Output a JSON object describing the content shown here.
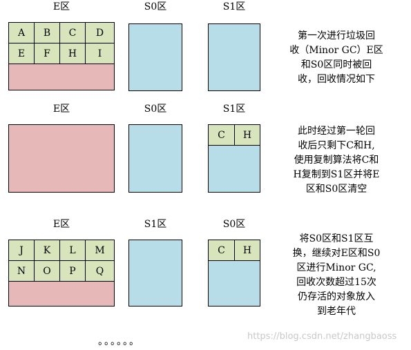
{
  "rows": [
    {
      "labels": [
        "E区",
        "S0区",
        "S1区"
      ],
      "e_cells": [
        "A",
        "B",
        "C",
        "D",
        "E",
        "F",
        "H",
        "I"
      ],
      "s1_cells": [],
      "note": [
        "第一次进行垃圾回",
        "收（Minor GC）E区",
        "和S0区同时被回",
        "收，回收情况如下"
      ]
    },
    {
      "labels": [
        "E区",
        "S0区",
        "S1区"
      ],
      "e_cells": [],
      "s1_cells": [
        "C",
        "H"
      ],
      "note": [
        "此时经过第一轮回",
        "收后只剩下C和H,",
        "使用复制算法将C和",
        "H复制到S1区并将E",
        "区和S0区清空"
      ]
    },
    {
      "labels": [
        "E区",
        "S1区",
        "S0区"
      ],
      "e_cells": [
        "J",
        "K",
        "L",
        "M",
        "N",
        "O",
        "P",
        "Q"
      ],
      "s1_cells": [
        "C",
        "H"
      ],
      "note": [
        "将S0区和S1区互",
        "换，继续对E区和S0",
        "区进行Minor GC,",
        "回收次数超过15次",
        "仍存活的对象放入",
        "到老年代"
      ]
    }
  ],
  "ellipsis": "。。。。。。",
  "watermark": "https://blog.csdn.net/zhangbaoss",
  "colors": {
    "eden": "#e6b8b7",
    "survivor": "#b7dde8",
    "object": "#d8e4bc"
  }
}
